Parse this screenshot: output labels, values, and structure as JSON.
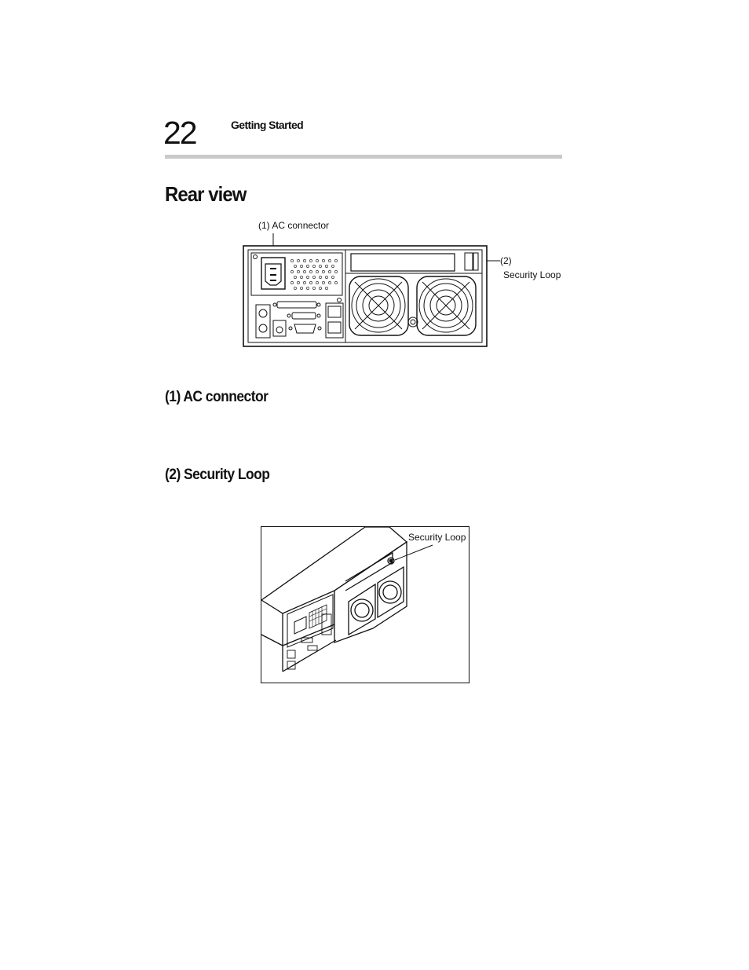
{
  "header": {
    "page_number": "22",
    "running_title": "Getting Started"
  },
  "content": {
    "section_title": "Rear view",
    "rear_figure": {
      "callout_ac": "(1) AC connector",
      "callout_security_num": "(2)",
      "callout_security_label": "Security Loop"
    },
    "subsection_1": "(1) AC connector",
    "subsection_2": "(2) Security Loop",
    "perspective_figure": {
      "callout": "Security Loop"
    }
  }
}
